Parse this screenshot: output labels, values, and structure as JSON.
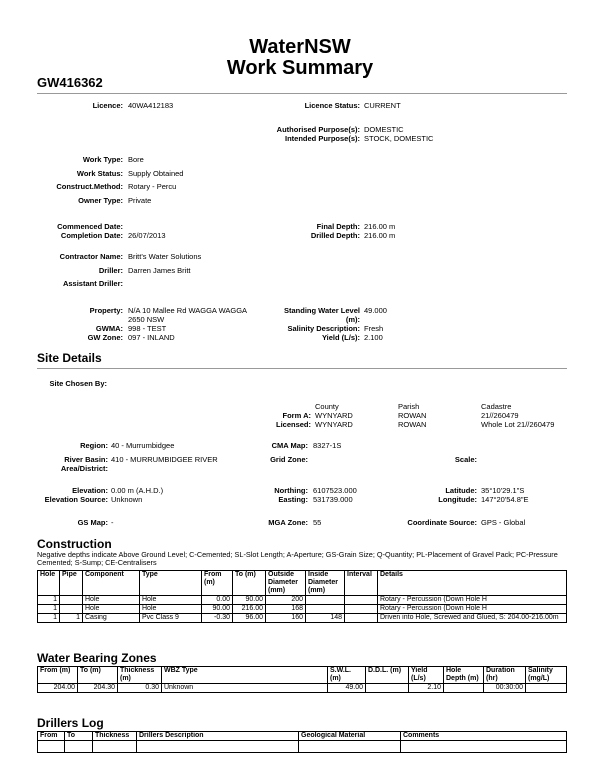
{
  "header": {
    "org": "WaterNSW",
    "title": "Work Summary",
    "work_id": "GW416362"
  },
  "licence": {
    "licence_label": "Licence:",
    "licence": "40WA412183",
    "status_label": "Licence Status:",
    "status": "CURRENT",
    "auth_label": "Authorised Purpose(s):",
    "auth": "DOMESTIC",
    "intended_label": "Intended Purpose(s):",
    "intended": "STOCK, DOMESTIC"
  },
  "work": {
    "type_label": "Work Type:",
    "type": "Bore",
    "status_label": "Work Status:",
    "status": "Supply Obtained",
    "method_label": "Construct.Method:",
    "method": "Rotary - Percu",
    "owner_label": "Owner Type:",
    "owner": "Private"
  },
  "dates": {
    "commenced_label": "Commenced Date:",
    "commenced": "",
    "completion_label": "Completion Date:",
    "completion": "26/07/2013",
    "final_label": "Final Depth:",
    "final": "216.00 m",
    "drilled_label": "Drilled Depth:",
    "drilled": "216.00 m"
  },
  "contractor": {
    "name_label": "Contractor Name:",
    "name": "Britt's Water Solutions",
    "driller_label": "Driller:",
    "driller": "Darren James Britt",
    "assistant_label": "Assistant Driller:",
    "assistant": ""
  },
  "property": {
    "property_label": "Property:",
    "property_line1": "N/A 10 Mallee Rd WAGGA WAGGA",
    "property_line2": "2650 NSW",
    "gwma_label": "GWMA:",
    "gwma": "998 - TEST",
    "gwzone_label": "GW Zone:",
    "gwzone": "097 - INLAND",
    "swl_label": "Standing Water Level",
    "swl_unit": "(m):",
    "swl": "49.000",
    "salinity_label": "Salinity Description:",
    "salinity": "Fresh",
    "yield_label": "Yield (L/s):",
    "yield": "2.100"
  },
  "site": {
    "heading": "Site Details",
    "chosen_label": "Site Chosen By:",
    "col_county": "County",
    "col_parish": "Parish",
    "col_cadastre": "Cadastre",
    "forma_label": "Form A:",
    "forma_county": "WYNYARD",
    "forma_parish": "ROWAN",
    "forma_cadastre": "21//260479",
    "licensed_label": "Licensed:",
    "lic_county": "WYNYARD",
    "lic_parish": "ROWAN",
    "lic_cadastre": "Whole Lot 21//260479",
    "region_label": "Region:",
    "region": "40 - Murrumbidgee",
    "cma_label": "CMA Map:",
    "cma": "8327-1S",
    "basin_label1": "River Basin:",
    "basin_label2": "Area/District:",
    "basin": "410 - MURRUMBIDGEE RIVER",
    "gridzone_label": "Grid Zone:",
    "scale_label": "Scale:",
    "elev_label": "Elevation:",
    "elev": "0.00 m (A.H.D.)",
    "elevsrc_label": "Elevation Source:",
    "elevsrc": "Unknown",
    "northing_label": "Northing:",
    "northing": "6107523.000",
    "easting_label": "Easting:",
    "easting": "531739.000",
    "lat_label": "Latitude:",
    "lat": "35°10'29.1\"S",
    "lon_label": "Longitude:",
    "lon": "147°20'54.8\"E",
    "gsmap_label": "GS Map:",
    "gsmap": "-",
    "mga_label": "MGA Zone:",
    "mga": "55",
    "coordsrc_label": "Coordinate Source:",
    "coordsrc": "GPS - Global"
  },
  "construction": {
    "heading": "Construction",
    "note": "Negative depths indicate Above Ground Level; C-Cemented; SL-Slot Length; A-Aperture; GS-Grain Size; Q-Quantity; PL-Placement of Gravel Pack; PC-Pressure Cemented; S-Sump; CE-Centralisers",
    "headers": [
      "Hole",
      "Pipe",
      "Component",
      "Type",
      "From (m)",
      "To (m)",
      "Outside Diameter (mm)",
      "Inside Diameter (mm)",
      "Interval",
      "Details"
    ],
    "rows": [
      [
        "1",
        "",
        "Hole",
        "Hole",
        "0.00",
        "90.00",
        "200",
        "",
        "",
        "Rotary - Percussion (Down Hole H"
      ],
      [
        "1",
        "",
        "Hole",
        "Hole",
        "90.00",
        "216.00",
        "168",
        "",
        "",
        "Rotary - Percussion (Down Hole H"
      ],
      [
        "1",
        "1",
        "Casing",
        "Pvc Class 9",
        "-0.30",
        "96.00",
        "160",
        "148",
        "",
        "Driven into Hole, Screwed and Glued, S: 204.00-216.00m"
      ]
    ]
  },
  "water_bearing": {
    "heading": "Water Bearing Zones",
    "headers": [
      "From (m)",
      "To (m)",
      "Thickness (m)",
      "WBZ Type",
      "S.W.L. (m)",
      "D.D.L. (m)",
      "Yield (L/s)",
      "Hole Depth (m)",
      "Duration (hr)",
      "Salinity (mg/L)"
    ],
    "rows": [
      [
        "204.00",
        "204.30",
        "0.30",
        "Unknown",
        "49.00",
        "",
        "2.10",
        "",
        "00:30:00",
        ""
      ]
    ]
  },
  "drillers_log": {
    "heading": "Drillers Log",
    "headers": [
      "From",
      "To",
      "Thickness",
      "Drillers Description",
      "Geological Material",
      "Comments"
    ]
  }
}
